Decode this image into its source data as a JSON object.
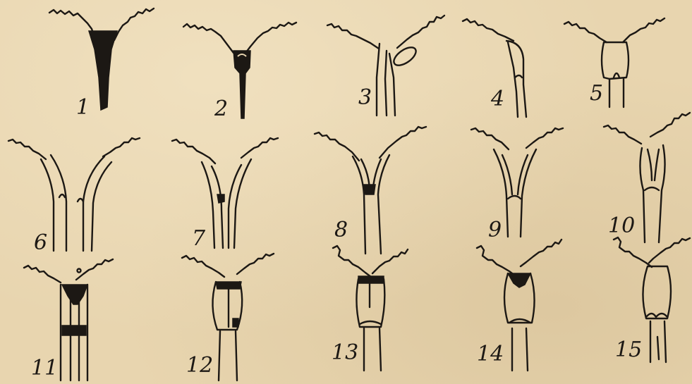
{
  "figures": [
    {
      "label": "1"
    },
    {
      "label": "2"
    },
    {
      "label": "3"
    },
    {
      "label": "4"
    },
    {
      "label": "5"
    },
    {
      "label": "6"
    },
    {
      "label": "7"
    },
    {
      "label": "8"
    },
    {
      "label": "9"
    },
    {
      "label": "10"
    },
    {
      "label": "11"
    },
    {
      "label": "12"
    },
    {
      "label": "13"
    },
    {
      "label": "14"
    },
    {
      "label": "15"
    }
  ],
  "colors": {
    "paper": "#e8d5af",
    "ink": "#1c1814"
  }
}
